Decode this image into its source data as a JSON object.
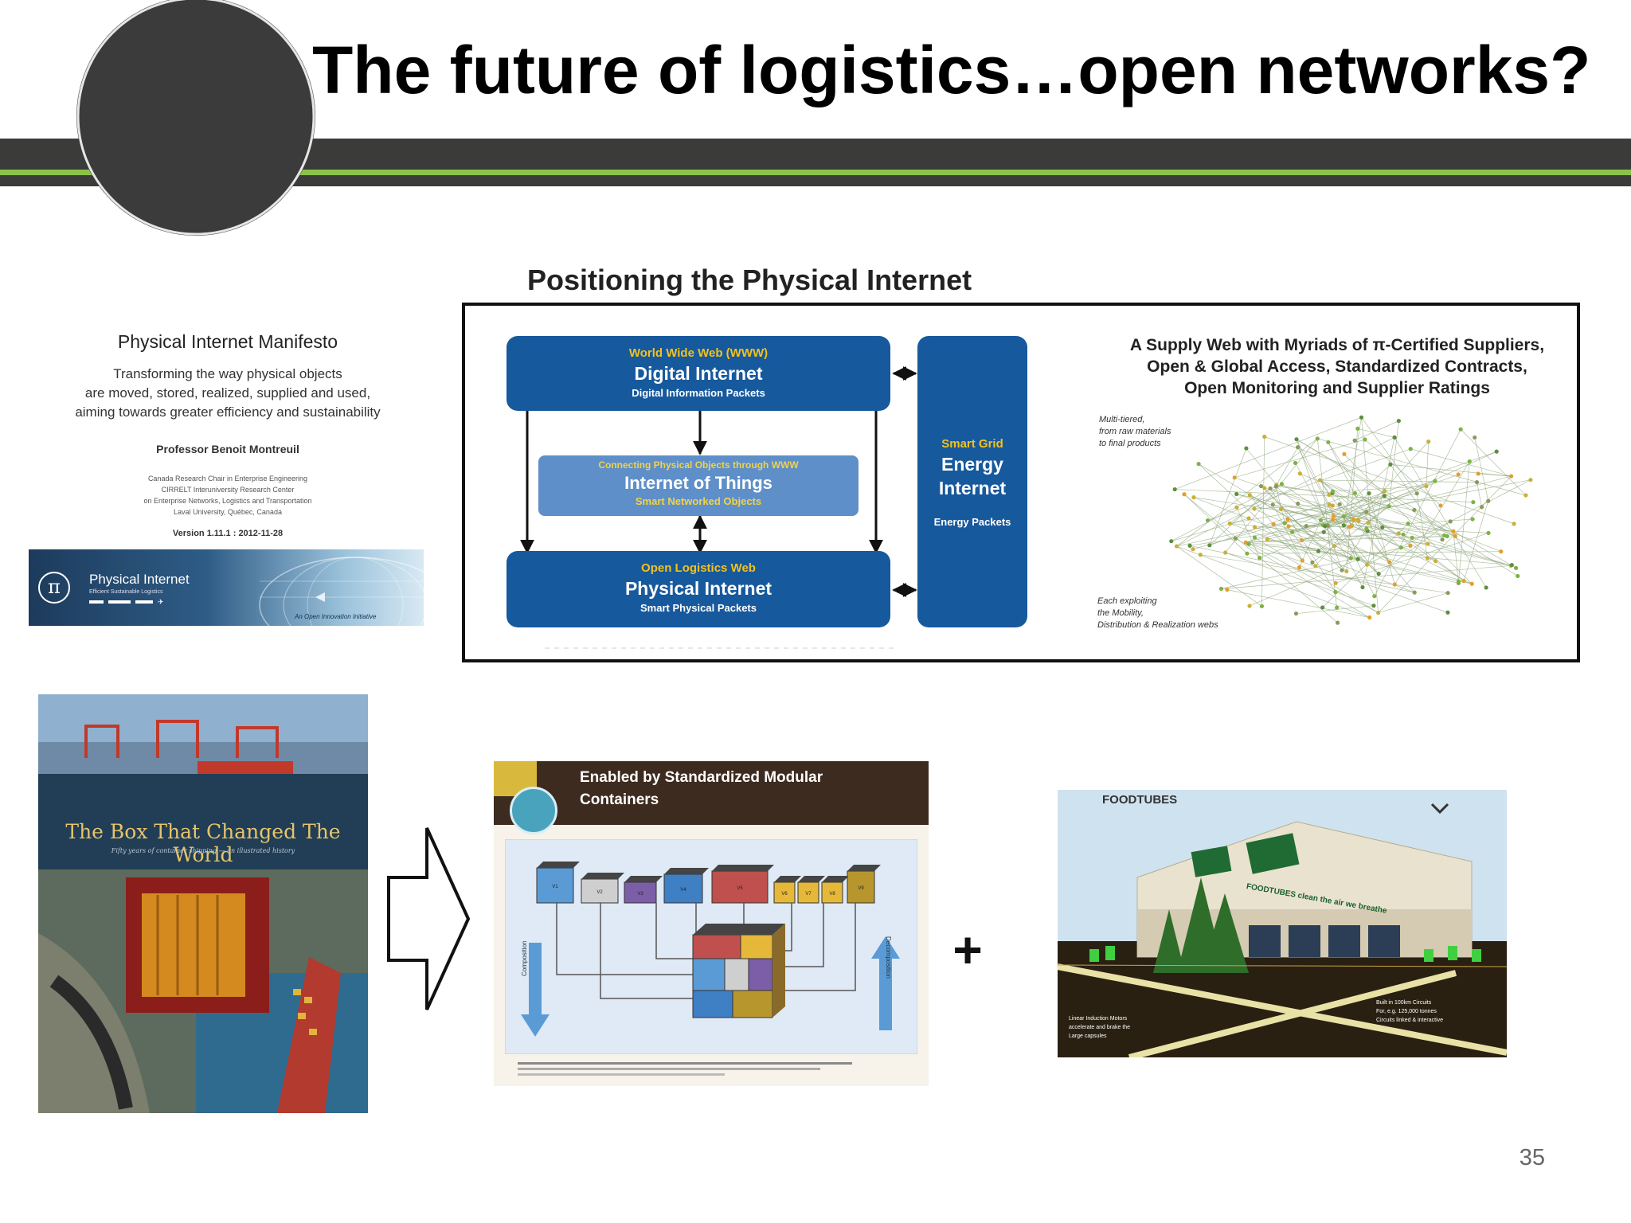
{
  "slide": {
    "title": "The future of logistics…open networks?",
    "page_number": "35",
    "colors": {
      "band_dark": "#3b3c3a",
      "band_green": "#8bc34a",
      "circle": "#3a3b3a"
    }
  },
  "manifesto": {
    "title": "Physical Internet Manifesto",
    "subtitle_lines": [
      "Transforming the way physical objects",
      "are moved, stored, realized, supplied and used,",
      "aiming towards greater efficiency and sustainability"
    ],
    "author": "Professor Benoit Montreuil",
    "affiliation_lines": [
      "Canada Research Chair in Enterprise Engineering",
      "CIRRELT Interuniversity Research Center",
      "on Enterprise Networks, Logistics and Transportation",
      "Laval University, Québec, Canada"
    ],
    "version": "Version 1.11.1 : 2012-11-28",
    "banner": {
      "brand": "Physical Internet",
      "tagline": "Efficient Sustainable Logistics",
      "initiative": "An Open Innovation Initiative",
      "logo_symbol": "π"
    }
  },
  "pi_diagram": {
    "heading": "Positioning the Physical Internet",
    "www": {
      "top": "World Wide Web (WWW)",
      "main": "Digital Internet",
      "bottom": "Digital Information Packets"
    },
    "iot": {
      "top": "Connecting Physical Objects through WWW",
      "main": "Internet of Things",
      "bottom": "Smart Networked Objects"
    },
    "olw": {
      "top": "Open Logistics Web",
      "main": "Physical Internet",
      "bottom": "Smart Physical Packets"
    },
    "grid": {
      "top": "Smart Grid",
      "main_line1": "Energy",
      "main_line2": "Internet",
      "bottom": "Energy Packets"
    },
    "supply_web": {
      "title_lines": [
        "A Supply Web with Myriads of π-Certified Suppliers,",
        "Open & Global Access, Standardized Contracts,",
        "Open Monitoring and Supplier Ratings"
      ],
      "note_top": [
        "Multi-tiered,",
        "from raw materials",
        "to final products"
      ],
      "note_bottom": [
        "Each exploiting",
        "the Mobility,",
        "Distribution & Realization webs"
      ]
    }
  },
  "book": {
    "title": "The Box That Changed The World",
    "subtitle": "Fifty years of container shipping — an illustrated history"
  },
  "containers": {
    "title_line1": "Enabled by Standardized Modular",
    "title_line2": "Containers",
    "left_label": "Composition",
    "right_label": "Decomposition",
    "box_labels": [
      "V1",
      "V2",
      "V3",
      "V4",
      "V5",
      "V6",
      "V7",
      "V8",
      "V9"
    ]
  },
  "plus_sign": "+",
  "foodtubes": {
    "brand": "FOODTUBES",
    "sign": "FOODTUBES clean the air we breathe",
    "caption_right": [
      "Built in 100km Circuits",
      "For, e.g. 125,000 tonnes",
      "Circuits linked & interactive"
    ],
    "caption_left": [
      "Linear Induction Motors",
      "accelerate and brake the",
      "Large capsules"
    ]
  }
}
